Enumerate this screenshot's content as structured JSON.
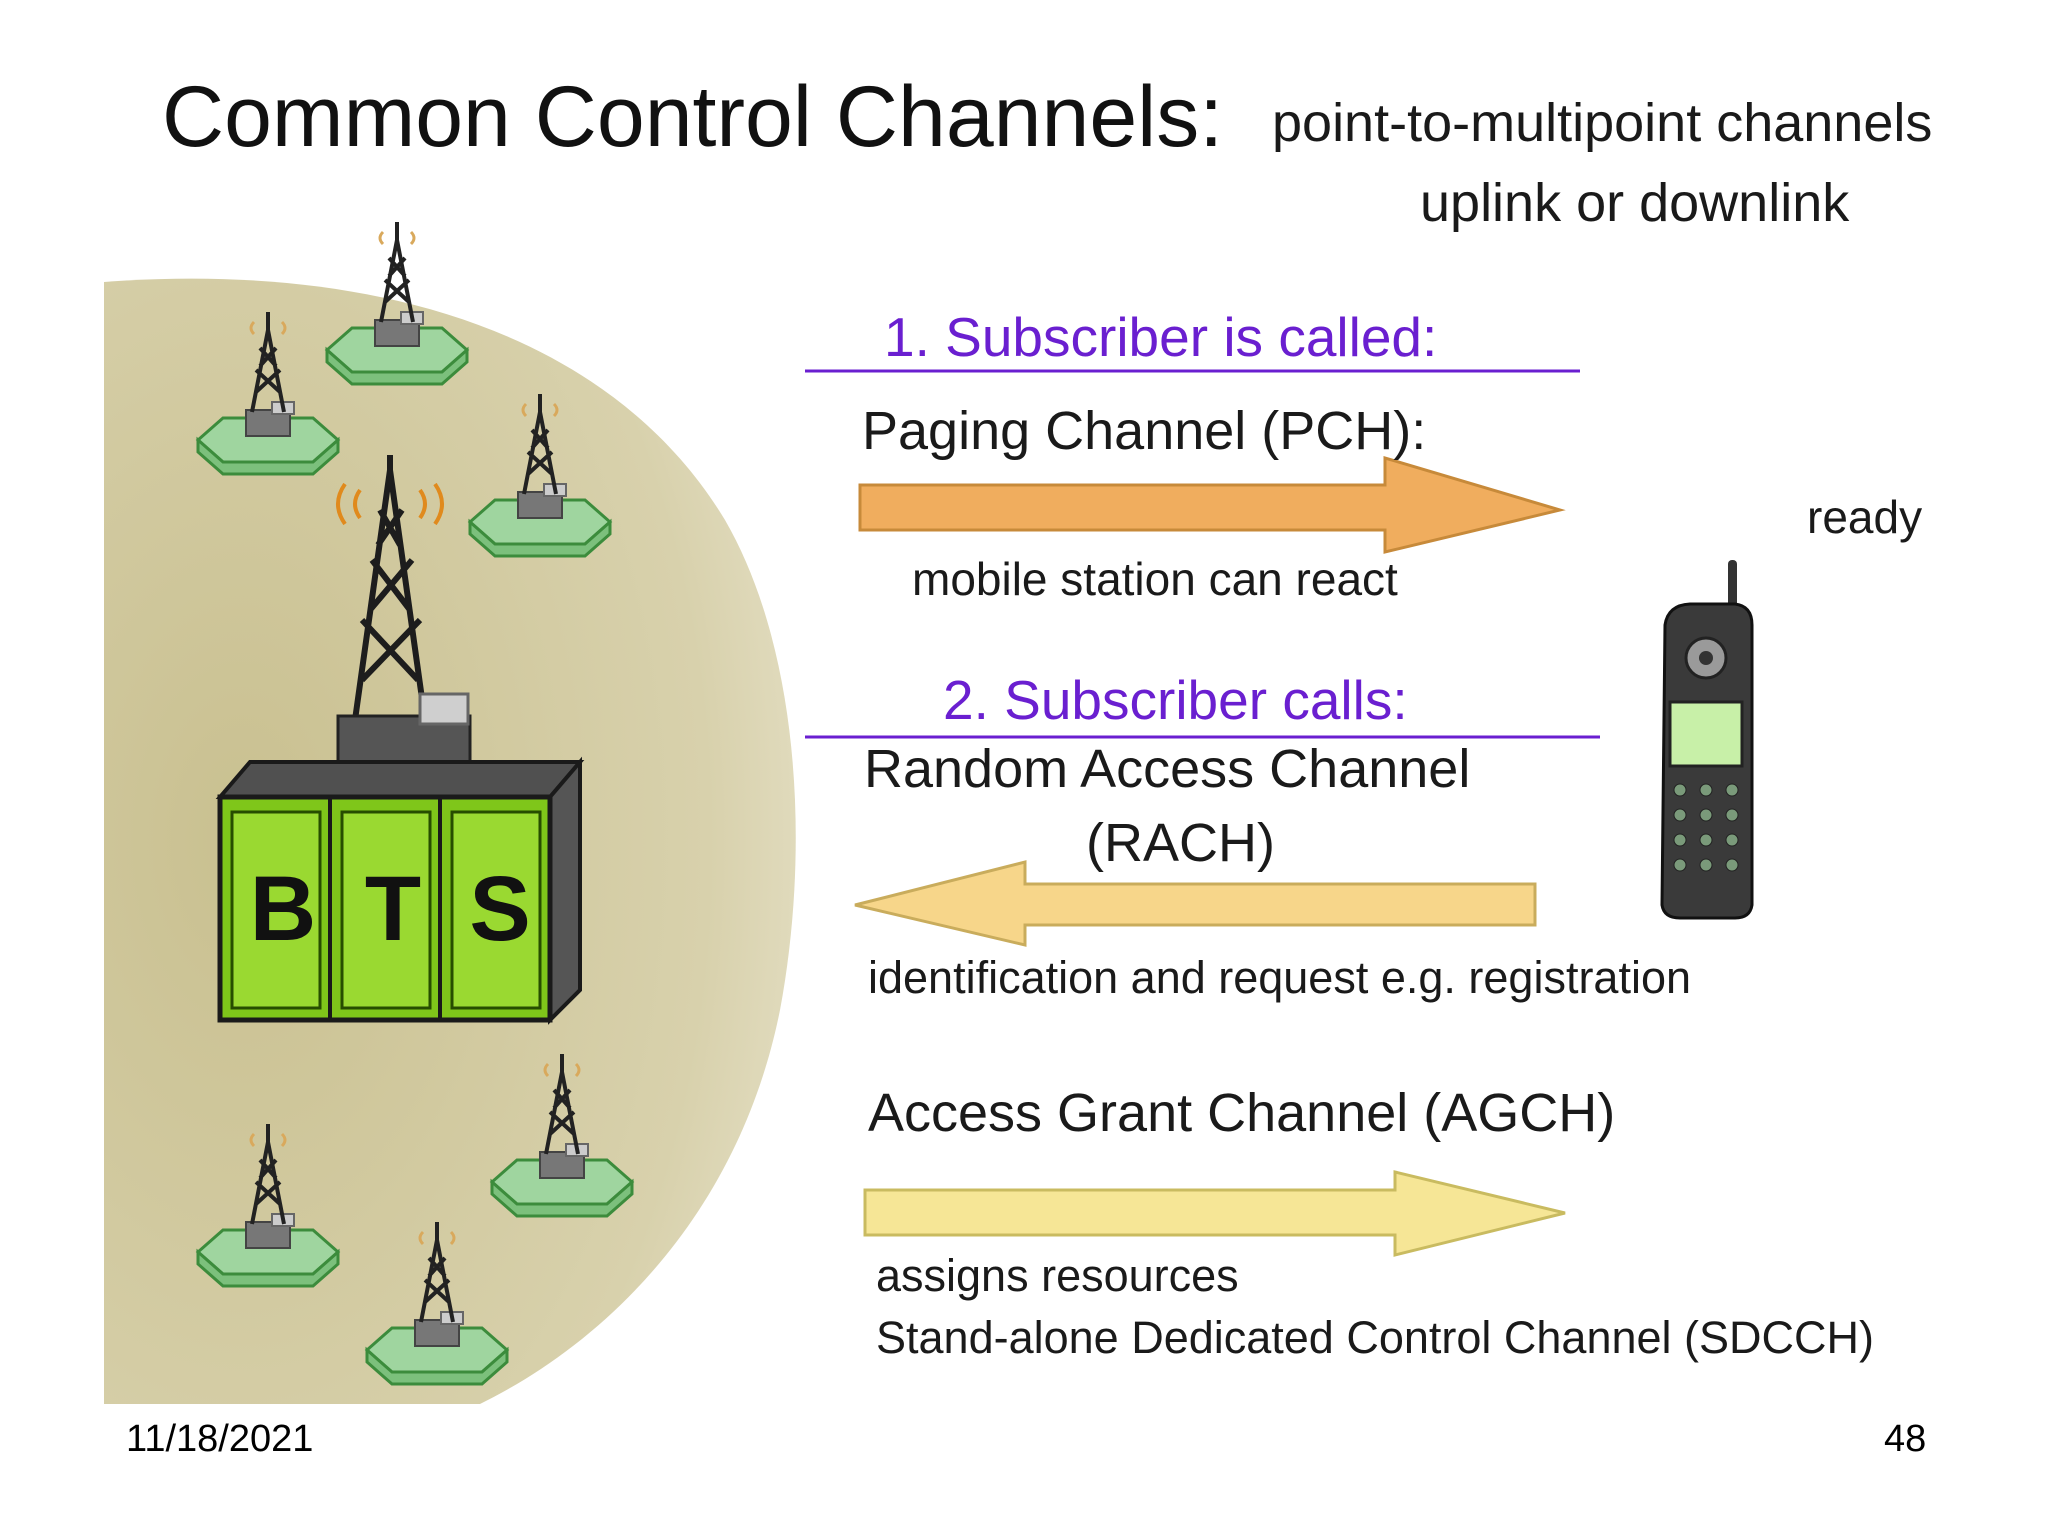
{
  "title": "Common Control Channels:",
  "subtitle": {
    "line1": "point-to-multipoint channels",
    "line2": "uplink or downlink"
  },
  "section1": {
    "heading": "1. Subscriber is called:",
    "channel": "Paging Channel (PCH):",
    "note": "mobile station can react",
    "status": "ready"
  },
  "section2": {
    "heading": "2. Subscriber calls:",
    "channel_line1": "Random Access Channel",
    "channel_line2": "(RACH)",
    "note": "identification and request e.g. registration"
  },
  "section3": {
    "channel": "Access Grant Channel (AGCH)",
    "note_line1": "assigns resources",
    "note_line2": "Stand-alone Dedicated Control Channel (SDCCH)"
  },
  "bts": {
    "letters": [
      "B",
      "T",
      "S"
    ]
  },
  "footer": {
    "date": "11/18/2021",
    "page": "48"
  },
  "colors": {
    "heading": "#6a1fd0",
    "pch_arrow": "#f0ad5e",
    "rach_arrow": "#f7d68a",
    "agch_arrow": "#f6e696",
    "bts_green": "#8ed31c",
    "coverage": "#d3cca3"
  },
  "icons": [
    "antenna-tower-icon",
    "bts-building-icon",
    "mobile-phone-icon",
    "arrow-right-icon",
    "arrow-left-icon"
  ]
}
